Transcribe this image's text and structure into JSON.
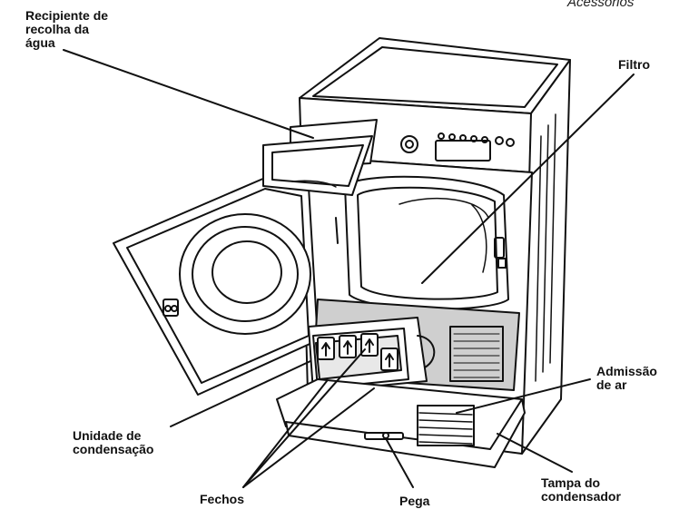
{
  "header": {
    "text": "Acessórios"
  },
  "labels": {
    "water_container": "Recipiente de\nrecolha da\nágua",
    "filter": "Filtro",
    "air_intake": "Admissão\nde ar",
    "condenser_unit": "Unidade de\ncondensação",
    "latches": "Fechos",
    "handle": "Pega",
    "condenser_cover": "Tampa do\ncondensador"
  }
}
